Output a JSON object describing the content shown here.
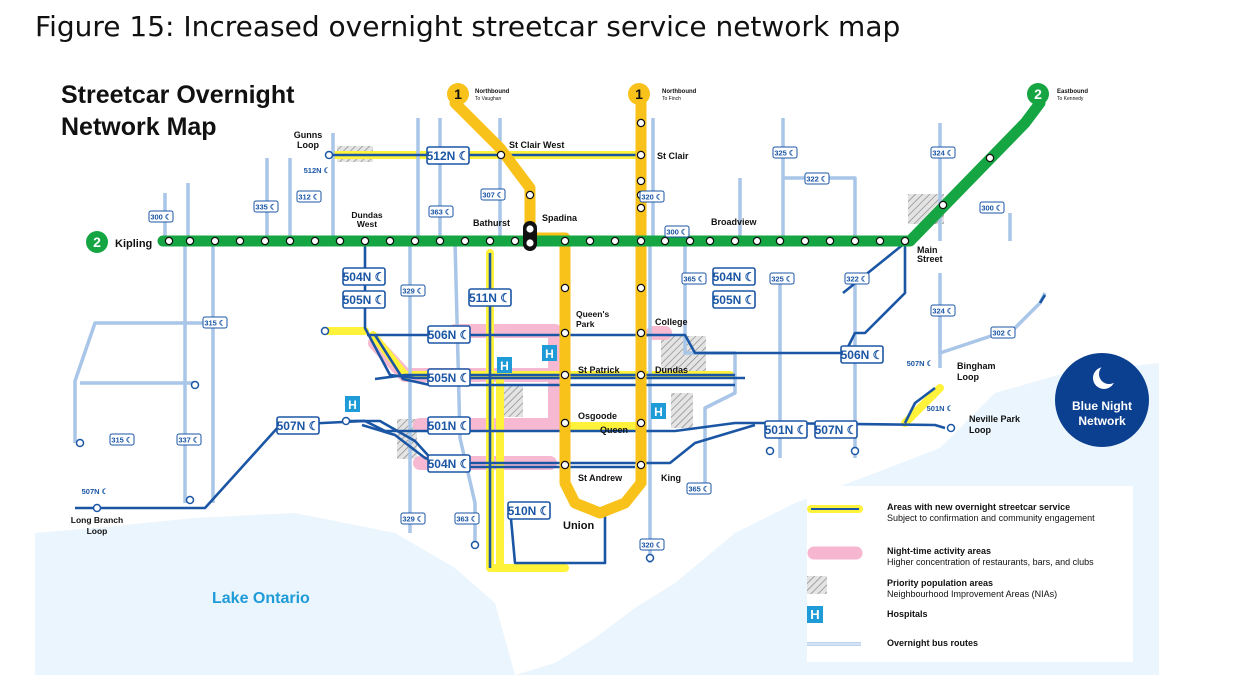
{
  "figure_title": "Figure 15: Increased overnight streetcar service network map",
  "map_title_line1": "Streetcar Overnight",
  "map_title_line2": "Network Map",
  "lake_label": "Lake Ontario",
  "blue_night": {
    "line1": "Blue Night",
    "line2": "Network"
  },
  "line_badges": {
    "line1_west": {
      "num": "1",
      "dir": "Northbound",
      "to": "To Vaughan"
    },
    "line1_east": {
      "num": "1",
      "dir": "Northbound",
      "to": "To Finch"
    },
    "line2_east": {
      "num": "2",
      "dir": "Eastbound",
      "to": "To Kennedy"
    },
    "line2_west": {
      "num": "2",
      "name": "Kipling"
    }
  },
  "stations": {
    "gunns_loop": "Gunns\nLoop",
    "st_clair_west": "St Clair West",
    "st_clair": "St Clair",
    "dundas_west": "Dundas\nWest",
    "bathurst": "Bathurst",
    "spadina": "Spadina",
    "broadview": "Broadview",
    "main_street": "Main\nStreet",
    "queens_park": "Queen's\nPark",
    "college": "College",
    "st_patrick": "St Patrick",
    "dundas": "Dundas",
    "osgoode": "Osgoode",
    "queen": "Queen",
    "st_andrew": "St Andrew",
    "king": "King",
    "union": "Union",
    "bingham_loop": "Bingham\nLoop",
    "neville_park_loop": "Neville Park\nLoop",
    "long_branch_loop": "Long Branch\nLoop"
  },
  "streetcar_routes": [
    "512N",
    "504N",
    "505N",
    "511N",
    "506N",
    "505N",
    "501N",
    "504N",
    "507N",
    "510N",
    "504N",
    "505N",
    "506N",
    "501N",
    "507N"
  ],
  "small_route_labels": [
    "512N",
    "507N",
    "501N",
    "507N"
  ],
  "bus_routes": [
    "300",
    "335",
    "312",
    "363",
    "307",
    "320",
    "300",
    "325",
    "322",
    "324",
    "300",
    "329",
    "315",
    "365",
    "325",
    "322",
    "324",
    "302",
    "315",
    "337",
    "329",
    "363",
    "365",
    "320"
  ],
  "legend": {
    "items": [
      {
        "title": "Areas with new overnight streetcar service",
        "desc": "Subject to confirmation and community engagement"
      },
      {
        "title": "Night-time activity areas",
        "desc": "Higher concentration of restaurants, bars, and clubs"
      },
      {
        "title": "Priority population areas",
        "desc": "Neighbourhood Improvement Areas (NIAs)"
      },
      {
        "title": "Hospitals",
        "desc": ""
      },
      {
        "title": "Overnight bus routes",
        "desc": ""
      }
    ],
    "hospital_symbol": "H"
  },
  "colors": {
    "line1": "#f8c21a",
    "line2": "#15a542",
    "streetcar": "#1b56a5",
    "new_service": "#fff23a",
    "bus": "#a9c6e8",
    "night_area": "#f7b6cf",
    "blue_night": "#0b3f8f",
    "lake_text": "#1f9bd7",
    "land": "#ffffff",
    "water": "#eaf5fd"
  }
}
